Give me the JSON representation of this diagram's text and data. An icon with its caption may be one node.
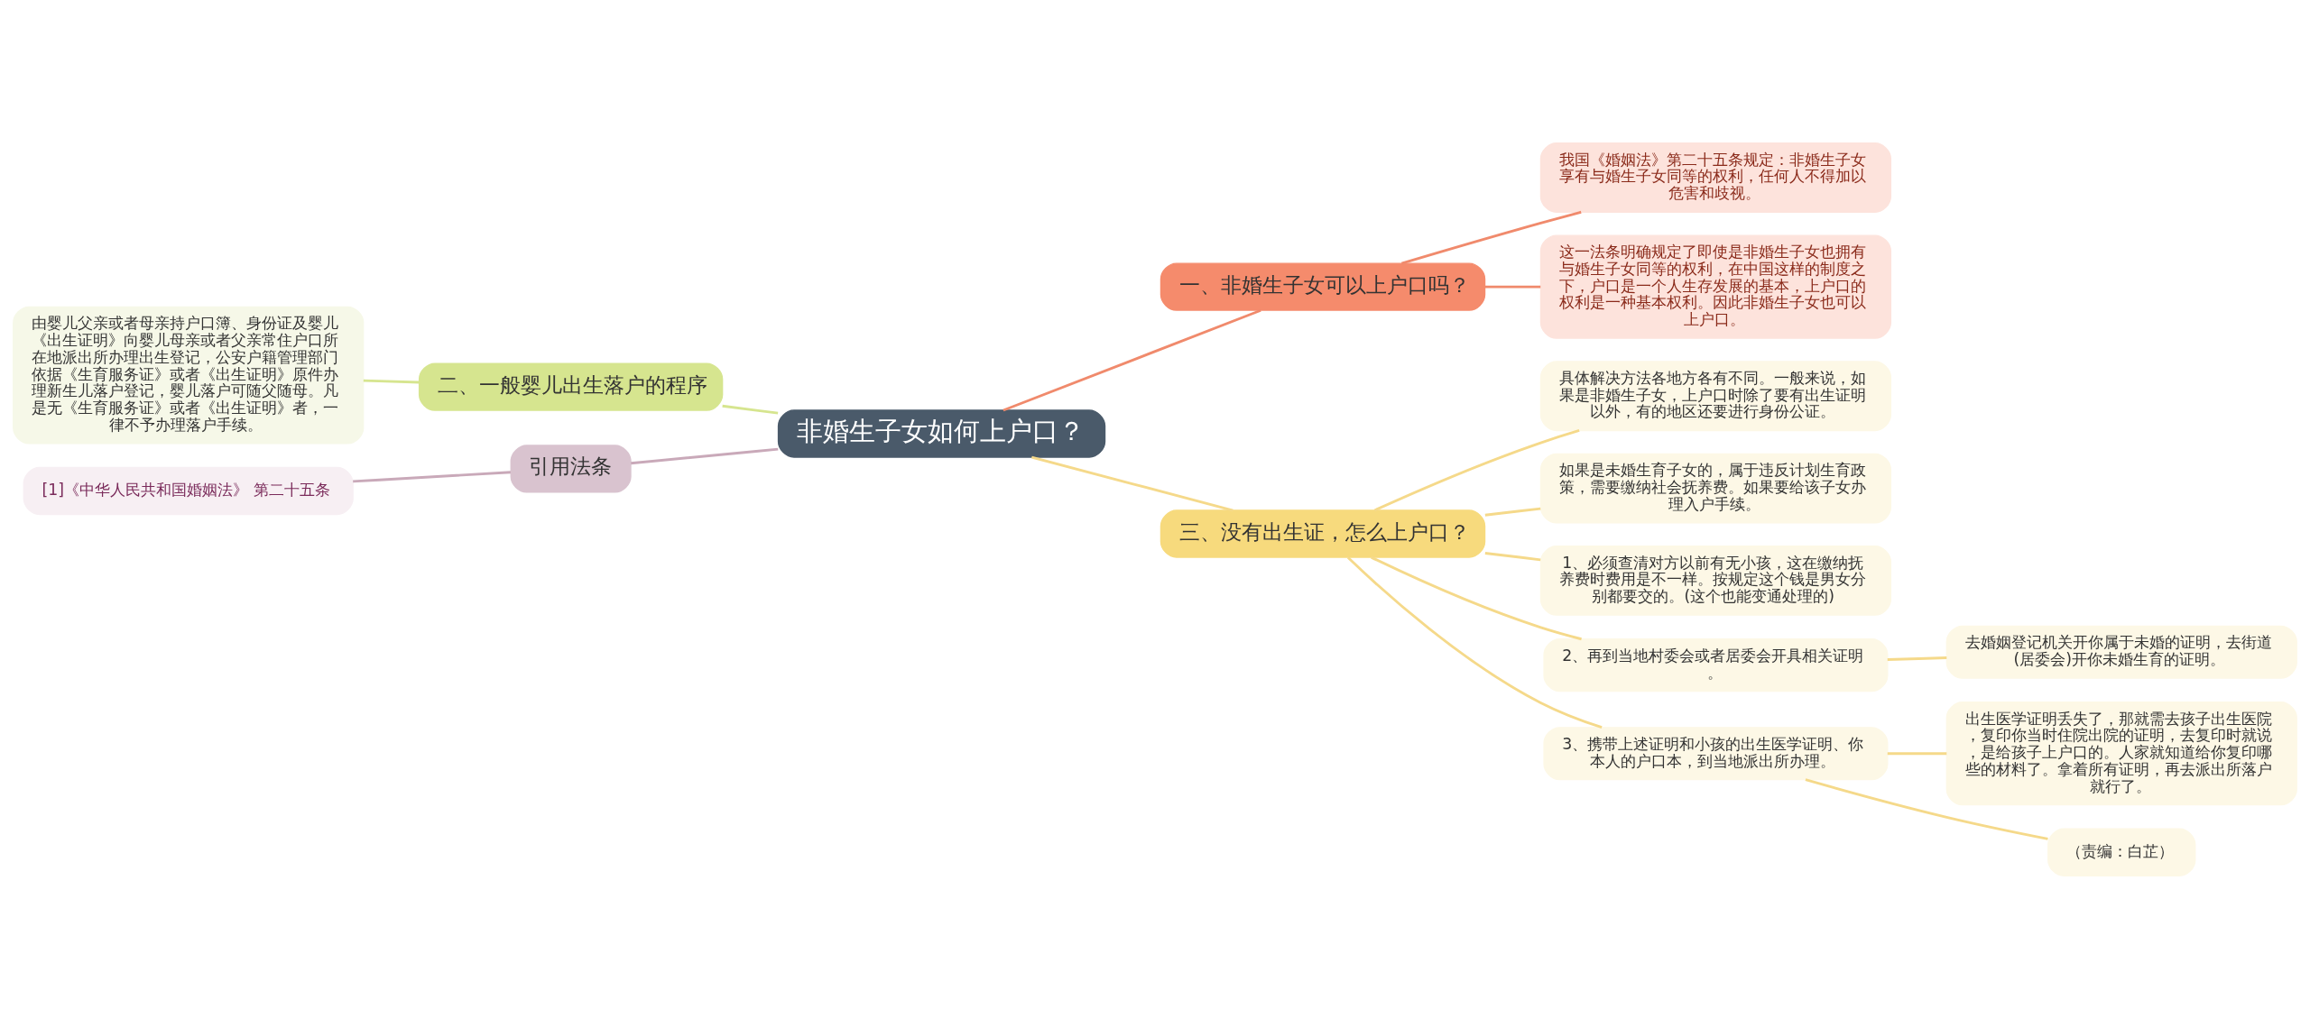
{
  "diagram": {
    "nodes": [
      {
        "text": [
          "非婚生子女如何上户口？"
        ]
      },
      {
        "text": [
          "一、非婚生子女可以上户口吗？"
        ]
      },
      {
        "text": [
          "我国《婚姻法》第二十五条规定：非婚生子女享有与婚生子女同等的权利，任何人不得加以危害和歧视。"
        ]
      },
      {
        "text": [
          "这一法条明确规定了即使是非婚生子女也拥有与婚生子女同等的权利，在中国这样的制度之下，户口是一个人生存发展的基本，上户口的权利是一种基本权利。因此非婚生子女也可以上户口。"
        ]
      },
      {
        "text": [
          "二、一般婴儿出生落户的程序"
        ]
      },
      {
        "text": [
          "由婴儿父亲或者母亲持户口簿、身份证及婴儿《出生证明》向婴儿母亲或者父亲常住户口所在地派出所办理出生登记，公安户籍管理部门依据《生育服务证》或者《出生证明》原件办理新生儿落户登记，婴儿落户可随父随母。凡是无《生育服务证》或者《出生证明》者，一律不予办理落户手续。"
        ]
      },
      {
        "text": [
          "引用法条"
        ]
      },
      {
        "text": [
          "[1]《中华人民共和国婚姻法》 第二十五条"
        ]
      },
      {
        "text": [
          "三、没有出生证，怎么上户口？"
        ]
      },
      {
        "text": [
          "具体解决方法各地方各有不同。一般来说，如果是非婚生子女，上户口时除了要有出生证明以外，有的地区还要进行身份公证。"
        ]
      },
      {
        "text": [
          "如果是未婚生育子女的，属于违反计划生育政策，需要缴纳社会抚养费。如果要给该子女办理入户手续。"
        ]
      },
      {
        "text": [
          "1、必须查清对方以前有无小孩，这在缴纳抚养费时费用是不一样。按规定这个钱是男女分别都要交的。(这个也能变通处理的)"
        ]
      },
      {
        "text": [
          "2、再到当地村委会或者居委会开具相关证明。"
        ]
      },
      {
        "text": [
          "去婚姻登记机关开你属于未婚的证明，去街道(居委会)开你未婚生育的证明。"
        ]
      },
      {
        "text": [
          "3、携带上述证明和小孩的出生医学证明、你本人的户口本，到当地派出所办理。"
        ]
      },
      {
        "text": [
          "出生医学证明丢失了，那就需去孩子出生医院，复印你当时住院出院的证明，去复印时就说，是给孩子上户口的。人家就知道给你复印哪些的材料了。拿着所有证明，再去派出所落户就行了。"
        ]
      },
      {
        "text": [
          "（责编：白芷）"
        ]
      }
    ],
    "edges": [
      {
        "from": 0,
        "to": 1,
        "arrow": "none",
        "color": "#f08a6c"
      },
      {
        "from": 1,
        "to": 2,
        "arrow": "none",
        "color": "#f08a6c"
      },
      {
        "from": 1,
        "to": 3,
        "arrow": "none",
        "color": "#f08a6c"
      },
      {
        "from": 0,
        "to": 4,
        "arrow": "none",
        "color": "#d6e58f"
      },
      {
        "from": 4,
        "to": 5,
        "arrow": "none",
        "color": "#d6e58f"
      },
      {
        "from": 0,
        "to": 6,
        "arrow": "none",
        "color": "#c9a9b9"
      },
      {
        "from": 6,
        "to": 7,
        "arrow": "none",
        "color": "#c9a9b9"
      },
      {
        "from": 0,
        "to": 8,
        "arrow": "none"
      },
      {
        "from": 8,
        "to": 9,
        "arrow": "none"
      },
      {
        "from": 8,
        "to": 10,
        "arrow": "none"
      },
      {
        "from": 8,
        "to": 11,
        "arrow": "none"
      },
      {
        "from": 8,
        "to": 12,
        "arrow": "none"
      },
      {
        "from": 12,
        "to": 13,
        "arrow": "none"
      },
      {
        "from": 8,
        "to": 14,
        "arrow": "none"
      },
      {
        "from": 14,
        "to": 15,
        "arrow": "none"
      },
      {
        "from": 14,
        "to": 16,
        "arrow": "none"
      }
    ]
  }
}
